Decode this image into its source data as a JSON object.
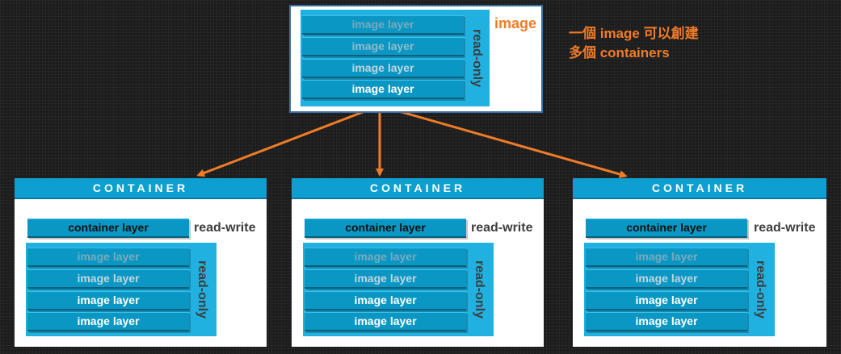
{
  "image_box": {
    "title": "image",
    "stack_label": "read-only",
    "layers": [
      "image layer",
      "image layer",
      "image layer",
      "image layer"
    ]
  },
  "note": {
    "line1": "一個 image 可以創建",
    "line2": "多個 containers"
  },
  "containers": [
    {
      "title": "CONTAINER",
      "container_layer": "container layer",
      "rw_label": "read-write",
      "ro_label": "read-only",
      "layers": [
        "image layer",
        "image layer",
        "image layer",
        "image layer"
      ]
    },
    {
      "title": "CONTAINER",
      "container_layer": "container layer",
      "rw_label": "read-write",
      "ro_label": "read-only",
      "layers": [
        "image layer",
        "image layer",
        "image layer",
        "image layer"
      ]
    },
    {
      "title": "CONTAINER",
      "container_layer": "container layer",
      "rw_label": "read-write",
      "ro_label": "read-only",
      "layers": [
        "image layer",
        "image layer",
        "image layer",
        "image layer"
      ]
    }
  ],
  "colors": {
    "arrow": "#f07c28",
    "layer": "#0b97c4",
    "stack": "#21b1e0",
    "header": "#0d9fcf"
  }
}
